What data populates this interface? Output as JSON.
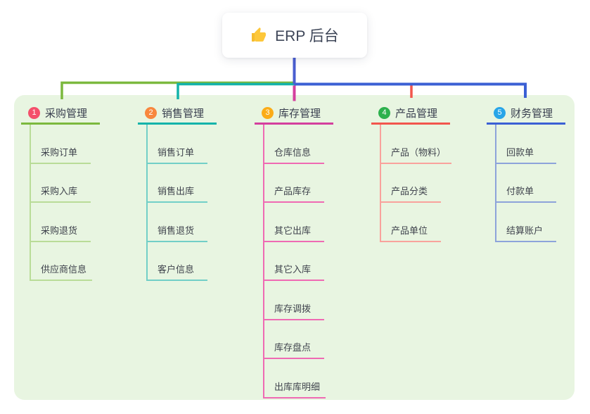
{
  "root": {
    "title": "ERP 后台",
    "icon": "thumbs-up-icon"
  },
  "connector_root_color": "#4a5ed0",
  "colors": {
    "canvas_bg": "#ffffff",
    "panel_bg": "#e8f5e1",
    "root_text": "#3d4557",
    "item_text": "#3f434d"
  },
  "branches": [
    {
      "number": "1",
      "label": "采购管理",
      "color_main": "#7cb93e",
      "color_light": "#b9dc98",
      "badge_color": "#f4506b",
      "items": [
        "采购订单",
        "采购入库",
        "采购退货",
        "供应商信息"
      ]
    },
    {
      "number": "2",
      "label": "销售管理",
      "color_main": "#14b3aa",
      "color_light": "#72cfc7",
      "badge_color": "#f8873e",
      "items": [
        "销售订单",
        "销售出库",
        "销售退货",
        "客户信息"
      ]
    },
    {
      "number": "3",
      "label": "库存管理",
      "color_main": "#d43f9e",
      "color_light": "#ef6ab3",
      "badge_color": "#fbac18",
      "items": [
        "仓库信息",
        "产品库存",
        "其它出库",
        "其它入库",
        "库存调拨",
        "库存盘点",
        "出库库明细"
      ]
    },
    {
      "number": "4",
      "label": "产品管理",
      "color_main": "#f2564d",
      "color_light": "#f9a29c",
      "badge_color": "#2db14d",
      "items": [
        "产品（物料）",
        "产品分类",
        "产品单位"
      ]
    },
    {
      "number": "5",
      "label": "财务管理",
      "color_main": "#3b60d4",
      "color_light": "#8da3da",
      "badge_color": "#28a5e8",
      "items": [
        "回款单",
        "付款单",
        "结算账户"
      ]
    }
  ]
}
